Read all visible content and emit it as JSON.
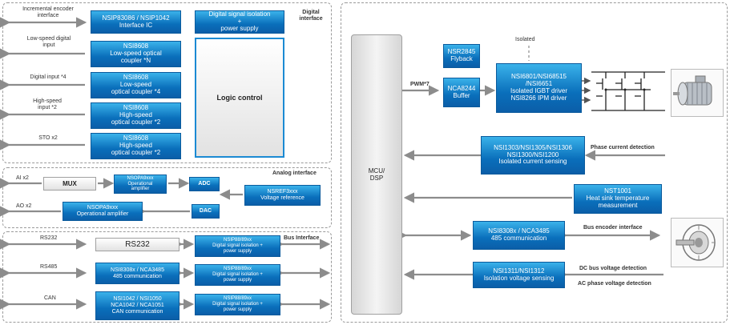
{
  "digital": {
    "title": "Digital interface",
    "labels": {
      "encoder": "Incremental encoder interface",
      "lowspeed": "Low-speed digital input",
      "digin4": "Digital input *4",
      "highspeed": "High-speed input *2",
      "sto": "STO x2"
    },
    "boxes": {
      "encoder": [
        "NSIP83086 / NSIP1042",
        "Interface IC"
      ],
      "isolation_power": [
        "Digital signal isolation",
        "+",
        "power supply"
      ],
      "optical1": [
        "NSI8608",
        "Low-speed optical",
        "coupler *N"
      ],
      "optical2": [
        "NSI8608",
        "Low-speed",
        "optical coupler *4"
      ],
      "optical3": [
        "NSI8608",
        "High-speed",
        "optical coupler *2"
      ],
      "optical4": [
        "NSI8608",
        "High-speed",
        "optical coupler *2"
      ],
      "logic": "Logic control"
    }
  },
  "analog": {
    "title": "Analog interface",
    "labels": {
      "ai": "AI x2",
      "ao": "AO x2"
    },
    "boxes": {
      "mux": "MUX",
      "opamp1": [
        "NSOPA9xxx",
        "Operational",
        "amplifier"
      ],
      "adc": "ADC",
      "dac": "DAC",
      "vref": [
        "NSREF3xxx",
        "Voltage reference"
      ],
      "opamp2": [
        "NSOPA9xxx",
        "Operational  amplifier"
      ]
    }
  },
  "bus": {
    "title": "Bus Interface",
    "labels": {
      "rs232": "RS232",
      "rs485": "RS485",
      "can": "CAN"
    },
    "boxes": {
      "rs232": "RS232",
      "rs485": [
        "NSI8308x  / NCA3485",
        "485 communication"
      ],
      "can": [
        "NSI1042  / NSI1050",
        "NCA1042  / NCA1051",
        "CAN  communication"
      ],
      "iso1": [
        "NSIP88/89xx",
        "Digital signal isolation +",
        "power supply"
      ],
      "iso2": [
        "NSIP88/89xx",
        "Digital signal isolation +",
        "power supply"
      ],
      "iso3": [
        "NSIP88/89xx",
        "Digital signal isolation +",
        "power supply"
      ]
    }
  },
  "main": {
    "mcu": [
      "MCU/",
      "DSP"
    ],
    "isolated": "Isolated",
    "pwm": "PWM*7",
    "boxes": {
      "flyback": [
        "NSR2845",
        "Flyback"
      ],
      "buffer": [
        "NCA8244",
        "Buffer"
      ],
      "driver": [
        "NSI6801/NSI68515",
        "/NSI6651",
        "Isolated IGBT driver",
        "NSI8266 IPM driver"
      ],
      "current": [
        "NSI1303/NSI1305/NSI1306",
        "NSI1300/NSI1200",
        "Isolated current sensing"
      ],
      "temp": [
        "NST1001",
        "Heat sink temperature",
        "measurement"
      ],
      "bus485": [
        "NSI8308x / NCA3485",
        "485 communication"
      ],
      "voltage": [
        "NSI1311/NSI1312",
        "Isolation voltage sensing"
      ]
    },
    "labels": {
      "phase": "Phase current  detection",
      "encoder": "Bus encoder interface",
      "dcbus": "DC bus voltage detection",
      "acphase": "AC phase voltage detection"
    }
  }
}
